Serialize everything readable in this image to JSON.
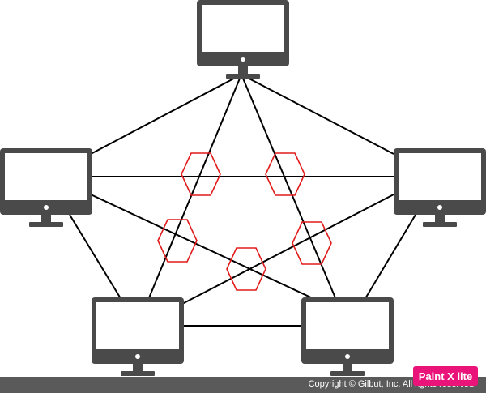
{
  "diagram": {
    "nodes": [
      "computer-top",
      "computer-left",
      "computer-right",
      "computer-bottom-left",
      "computer-bottom-right"
    ],
    "colors": {
      "monitor": "#4a4a4a",
      "screen": "#ffffff",
      "link": "#000000",
      "crossing_marker": "#e11a1a"
    },
    "link_count": 10,
    "crossing_marker_count": 5,
    "crossing_marker_shape": "hexagon"
  },
  "footer": {
    "copyright": "Copyright © Gilbut, Inc. All rights reserved.",
    "badge": "Paint X lite",
    "colors": {
      "bar": "#5a5a5a",
      "badge": "#e9137a",
      "text": "#ffffff"
    }
  }
}
